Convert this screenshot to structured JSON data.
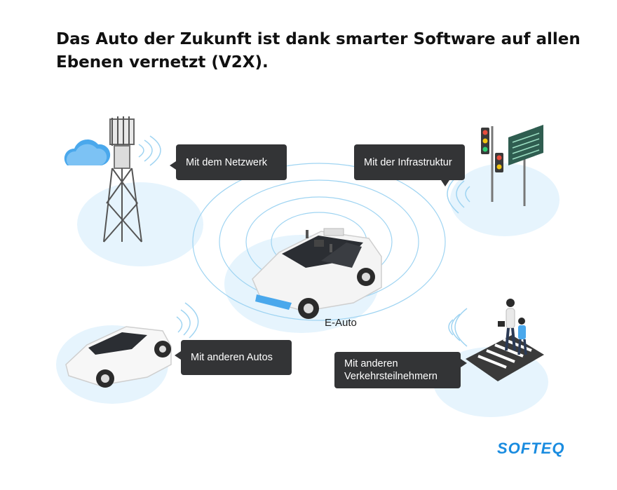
{
  "title": "Das Auto der Zukunft ist dank smarter Software auf allen Ebenen vernetzt (V2X).",
  "bubbles": {
    "network": "Mit dem Netzwerk",
    "infrastructure": "Mit der Infrastruktur",
    "cars": "Mit anderen Autos",
    "pedestrians": "Mit anderen Verkehrsteilnehmern"
  },
  "center_label": "E-Auto",
  "logo": "SOFTEQ",
  "colors": {
    "accent": "#1a8ce0",
    "bubble": "#333436",
    "halo": "#e6f4fd",
    "wave": "#9fd4f2"
  },
  "icons": [
    "cloud-icon",
    "cell-tower-icon",
    "traffic-light-icon",
    "info-board-icon",
    "car-icon",
    "pedestrian-icon",
    "crosswalk-icon"
  ]
}
